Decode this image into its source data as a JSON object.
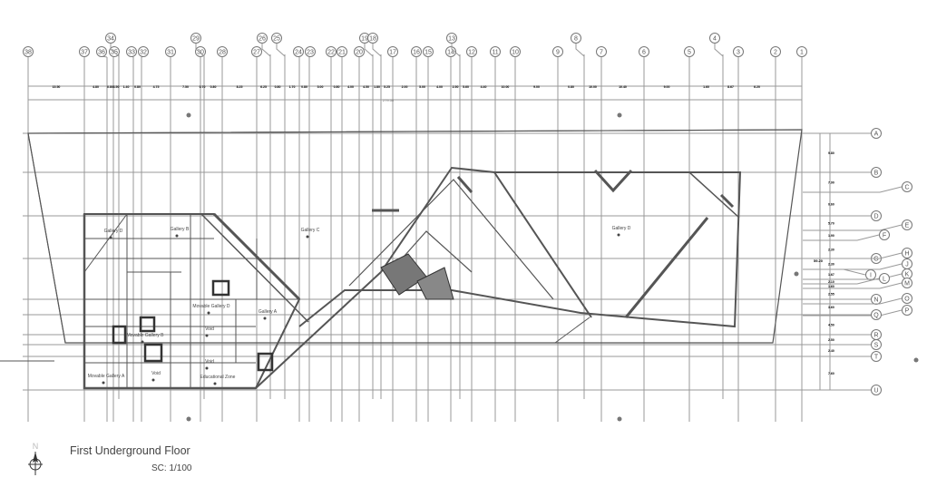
{
  "drawing": {
    "title": "First Underground Floor",
    "scale": "SC: 1/100",
    "north_label": "N"
  },
  "grid_columns": [
    "38",
    "37",
    "36",
    "35",
    "34",
    "33",
    "32",
    "31",
    "30",
    "29",
    "28",
    "27",
    "26",
    "25",
    "24",
    "23",
    "22",
    "21",
    "20",
    "19",
    "18",
    "17",
    "16",
    "15",
    "14",
    "13",
    "12",
    "11",
    "10",
    "9",
    "8",
    "7",
    "6",
    "5",
    "4",
    "3",
    "2",
    "1"
  ],
  "grid_rows": [
    "A",
    "B",
    "C",
    "D",
    "E",
    "F",
    "G",
    "H",
    "I",
    "J",
    "K",
    "L",
    "M",
    "N",
    "O",
    "P",
    "Q",
    "R",
    "S",
    "T",
    "U"
  ],
  "dimensions": {
    "top": [
      "15.50",
      "4.80",
      "0.80",
      "3.50",
      "1.40",
      "0.80",
      "4.75",
      "7.50",
      "0.70",
      "0.80",
      "8.25",
      "6.25",
      "0.80",
      "1.70",
      "0.80",
      "5.00",
      "0.80",
      "4.00",
      "4.50",
      "1.80",
      "5.25",
      "2.00",
      "5.00",
      "4.00",
      "2.50",
      "5.60",
      "4.40",
      "10.00",
      "9.00",
      "0.80",
      "10.00",
      "10.40",
      "9.00",
      "1.60",
      "8.67",
      "6.20"
    ],
    "top_total": "279.50",
    "right": [
      "9.80",
      "7.90",
      "0.60",
      "5.70",
      "1.90",
      "2.30",
      "2.30",
      "1.67",
      "2.10",
      "1.60",
      "2.55",
      "3.60",
      "4.50",
      "2.50",
      "2.40",
      "7.60"
    ],
    "right_total": "59.20"
  },
  "rooms": [
    {
      "label": "Gallery D"
    },
    {
      "label": "Gallery B"
    },
    {
      "label": "Gallery C"
    },
    {
      "label": "Gallery A"
    },
    {
      "label": "Gallery D"
    },
    {
      "label": "Movable Gallery D"
    },
    {
      "label": "Movable Gallery B"
    },
    {
      "label": "Movable Gallery A"
    },
    {
      "label": "Void"
    },
    {
      "label": "Void"
    },
    {
      "label": "Void"
    },
    {
      "label": "Educational Zone"
    }
  ]
}
